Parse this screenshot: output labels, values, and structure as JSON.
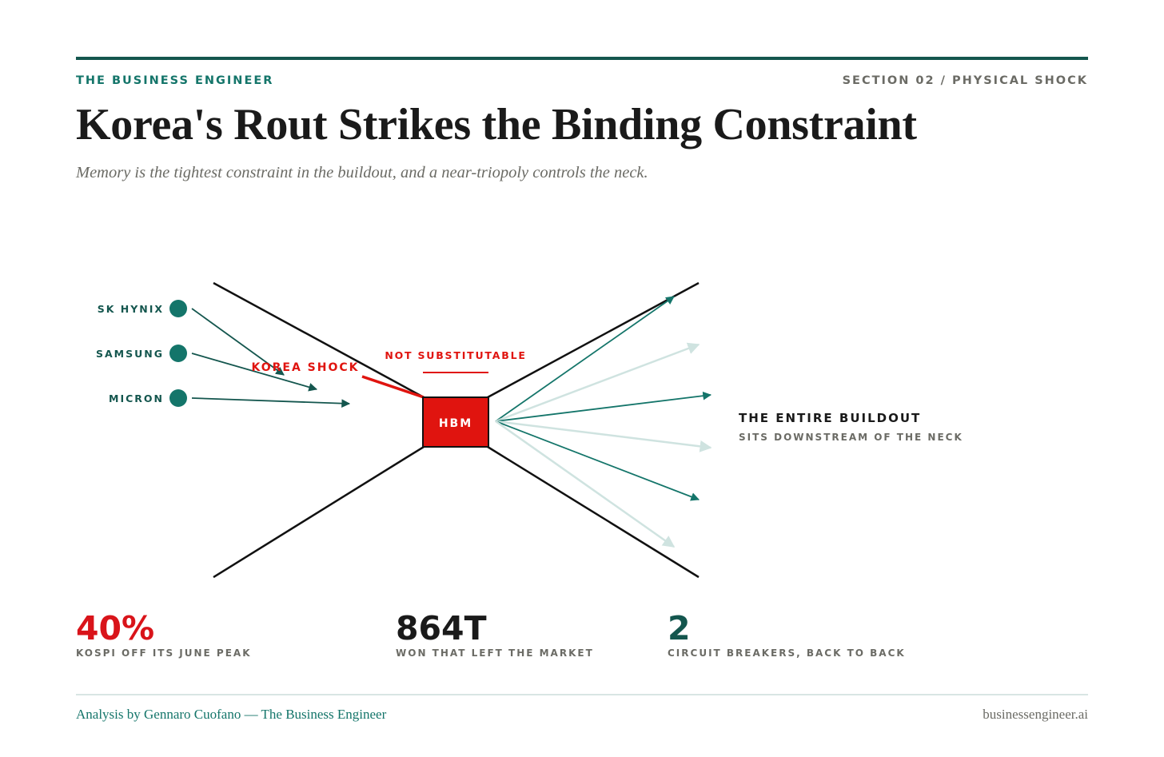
{
  "header": {
    "brand": "THE BUSINESS ENGINEER",
    "section": "SECTION 02 / PHYSICAL SHOCK",
    "title": "Korea's Rout Strikes the Binding Constraint",
    "subtitle": "Memory is the tightest constraint in the buildout, and a near-triopoly controls the neck."
  },
  "diagram": {
    "suppliers": [
      "SK HYNIX",
      "SAMSUNG",
      "MICRON"
    ],
    "shock_label": "KOREA SHOCK",
    "neck_label": "HBM",
    "neck_note": "NOT SUBSTITUTABLE",
    "downstream_title": "THE ENTIRE BUILDOUT",
    "downstream_subtitle": "SITS DOWNSTREAM OF THE NECK"
  },
  "stats": [
    {
      "value": "40%",
      "label": "KOSPI OFF ITS JUNE PEAK",
      "color": "#d9141a"
    },
    {
      "value": "864T",
      "label": "WON THAT LEFT THE MARKET",
      "color": "#1a1a1a"
    },
    {
      "value": "2",
      "label": "CIRCUIT BREAKERS, BACK TO BACK",
      "color": "#14564e"
    }
  ],
  "footer": {
    "credit": "Analysis by Gennaro Cuofano — The Business Engineer",
    "site": "businessengineer.ai"
  },
  "colors": {
    "accent_red": "#e0140f",
    "teal": "#14756a",
    "dark_teal": "#14564e",
    "faded_teal": "#cfe3e0",
    "grey_text": "#6b6b65",
    "ink": "#1a1a1a"
  }
}
